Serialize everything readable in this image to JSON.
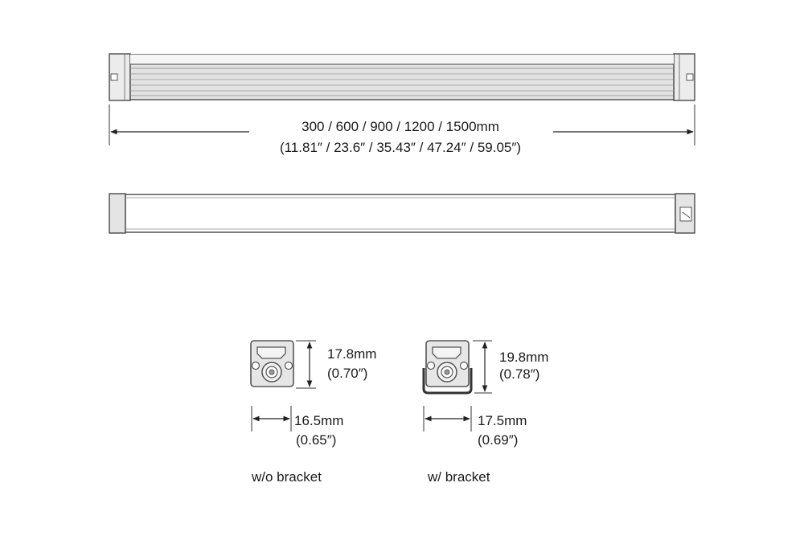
{
  "top_view": {
    "length_line1": "300 / 600 / 900 / 1200 / 1500mm",
    "length_line2": "(11.81″ / 23.6″ / 35.43″ / 47.24″ / 59.05″)"
  },
  "profile_without_bracket": {
    "height_mm": "17.8mm",
    "height_in": "(0.70″)",
    "width_mm": "16.5mm",
    "width_in": "(0.65″)",
    "caption": "w/o bracket"
  },
  "profile_with_bracket": {
    "height_mm": "19.8mm",
    "height_in": "(0.78″)",
    "width_mm": "17.5mm",
    "width_in": "(0.69″)",
    "caption": "w/ bracket"
  },
  "colors": {
    "line": "#555555",
    "fill_light": "#e4e4e4",
    "fill_mid": "#d6d6d6"
  }
}
